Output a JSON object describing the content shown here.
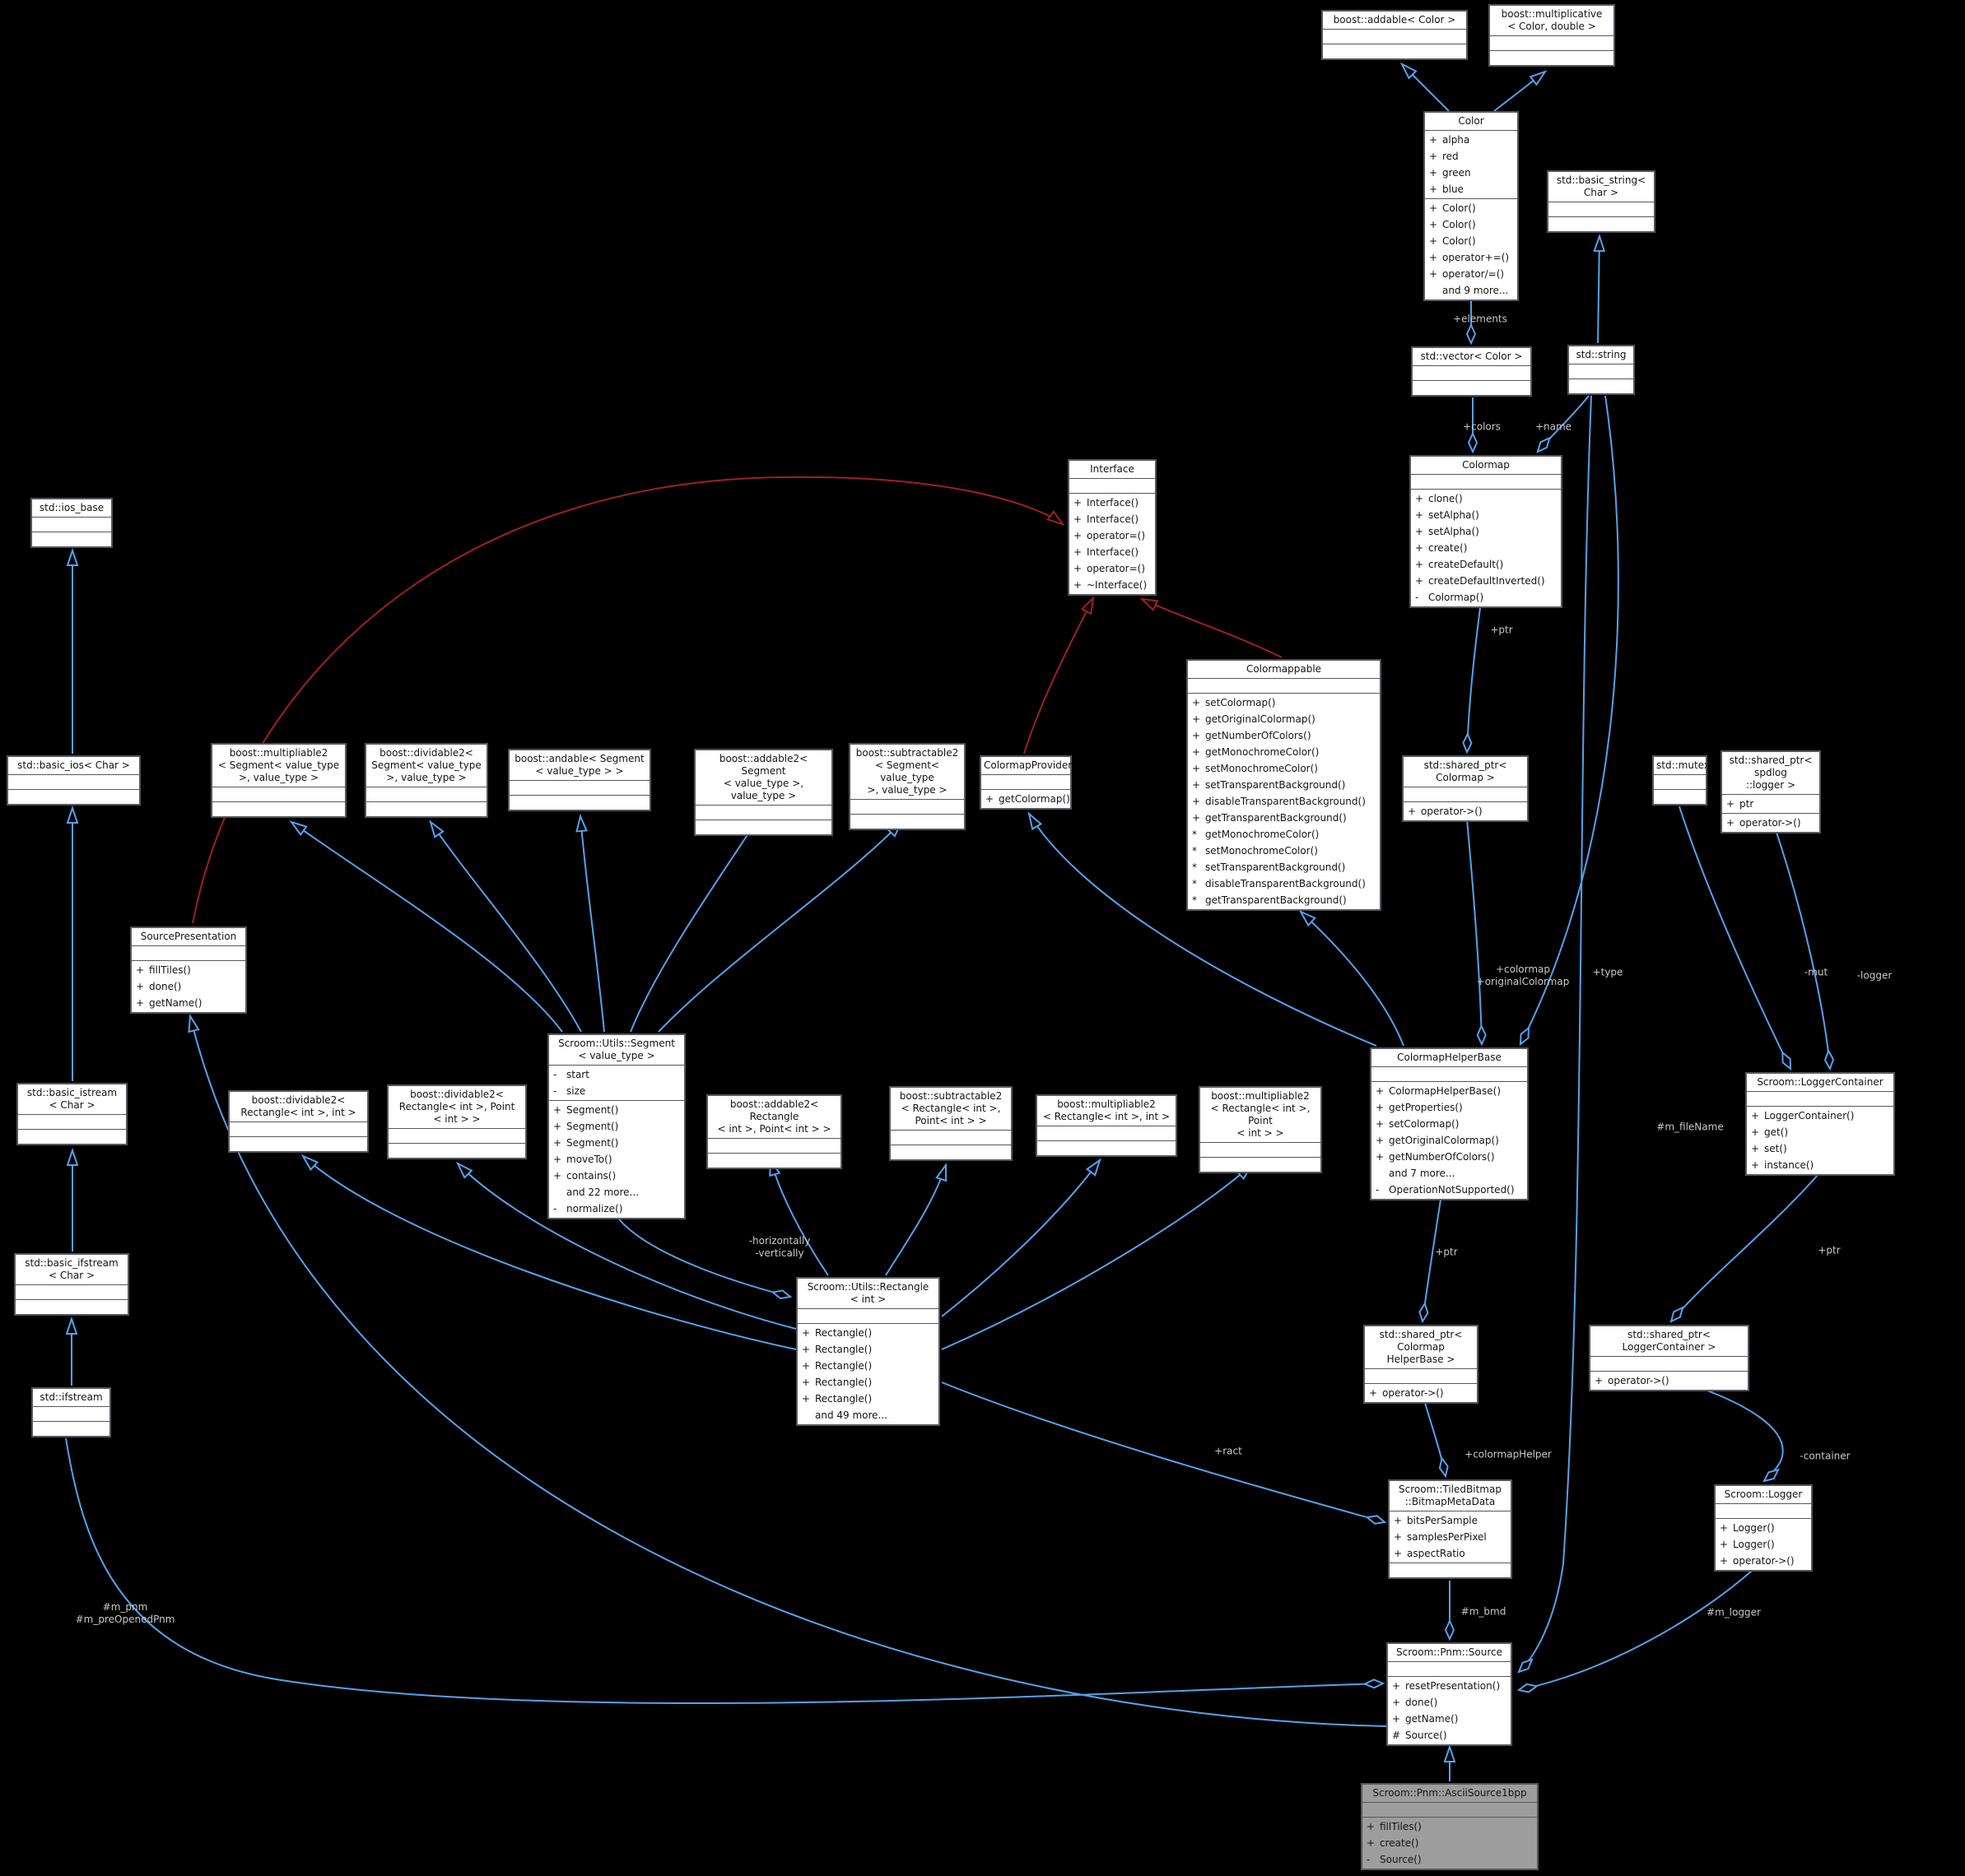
{
  "palette": {
    "background": "#000000",
    "node_fill": "#ffffff",
    "node_border": "#54575c",
    "highlight_fill": "#9d9d9d",
    "edge_blue": "#55a2ec",
    "edge_red": "#a02020",
    "edge_label_color": "#c9c9c9"
  },
  "diagram": {
    "nodes": [
      {
        "id": "boost_addable_color",
        "title": "boost::addable< Color >",
        "attrs": [],
        "methods": [],
        "highlight": false
      },
      {
        "id": "boost_multiplicative",
        "title": "boost::multiplicative\n< Color, double >",
        "attrs": [],
        "methods": [],
        "highlight": false
      },
      {
        "id": "color",
        "title": "Color",
        "attrs": [
          {
            "p": "+",
            "t": "alpha"
          },
          {
            "p": "+",
            "t": "red"
          },
          {
            "p": "+",
            "t": "green"
          },
          {
            "p": "+",
            "t": "blue"
          }
        ],
        "methods": [
          {
            "p": "+",
            "t": "Color()"
          },
          {
            "p": "+",
            "t": "Color()"
          },
          {
            "p": "+",
            "t": "Color()"
          },
          {
            "p": "+",
            "t": "operator+=()"
          },
          {
            "p": "+",
            "t": "operator/=()"
          },
          {
            "p": "",
            "t": "and 9 more..."
          }
        ],
        "highlight": false
      },
      {
        "id": "std_basic_string",
        "title": "std::basic_string<\nChar >",
        "attrs": [],
        "methods": [],
        "highlight": false
      },
      {
        "id": "std_vector_color",
        "title": "std::vector< Color >",
        "attrs": [],
        "methods": [],
        "highlight": false
      },
      {
        "id": "std_string",
        "title": "std::string",
        "attrs": [],
        "methods": [],
        "highlight": false
      },
      {
        "id": "colormap",
        "title": "Colormap",
        "attrs": [],
        "methods": [
          {
            "p": "+",
            "t": "clone()"
          },
          {
            "p": "+",
            "t": "setAlpha()"
          },
          {
            "p": "+",
            "t": "setAlpha()"
          },
          {
            "p": "+",
            "t": "create()"
          },
          {
            "p": "+",
            "t": "createDefault()"
          },
          {
            "p": "+",
            "t": "createDefaultInverted()"
          },
          {
            "p": "-",
            "t": "Colormap()"
          }
        ],
        "highlight": false
      },
      {
        "id": "interface",
        "title": "Interface",
        "attrs": [],
        "methods": [
          {
            "p": "+",
            "t": "Interface()"
          },
          {
            "p": "+",
            "t": "Interface()"
          },
          {
            "p": "+",
            "t": "operator=()"
          },
          {
            "p": "+",
            "t": "Interface()"
          },
          {
            "p": "+",
            "t": "operator=()"
          },
          {
            "p": "+",
            "t": "~Interface()"
          }
        ],
        "highlight": false
      },
      {
        "id": "std_ios_base",
        "title": "std::ios_base",
        "attrs": [],
        "methods": [],
        "highlight": false
      },
      {
        "id": "std_basic_ios",
        "title": "std::basic_ios< Char >",
        "attrs": [],
        "methods": [],
        "highlight": false
      },
      {
        "id": "b_mult2_seg",
        "title": "boost::multipliable2\n< Segment< value_type\n >, value_type >",
        "attrs": [],
        "methods": [],
        "highlight": false
      },
      {
        "id": "b_div2_seg",
        "title": "boost::dividable2<\nSegment< value_type\n >, value_type >",
        "attrs": [],
        "methods": [],
        "highlight": false
      },
      {
        "id": "b_andable_seg",
        "title": "boost::andable< Segment\n< value_type  > >",
        "attrs": [],
        "methods": [],
        "highlight": false
      },
      {
        "id": "b_add2_seg",
        "title": "boost::addable2< Segment\n< value_type >, value_type >",
        "attrs": [],
        "methods": [],
        "highlight": false
      },
      {
        "id": "b_sub2_seg",
        "title": "boost::subtractable2\n< Segment< value_type\n >, value_type >",
        "attrs": [],
        "methods": [],
        "highlight": false
      },
      {
        "id": "colormap_provider",
        "title": "ColormapProvider",
        "attrs": [],
        "methods": [
          {
            "p": "+",
            "t": "getColormap()"
          }
        ],
        "highlight": false
      },
      {
        "id": "colormappable",
        "title": "Colormappable",
        "attrs": [],
        "methods": [
          {
            "p": "+",
            "t": "setColormap()"
          },
          {
            "p": "+",
            "t": "getOriginalColormap()"
          },
          {
            "p": "+",
            "t": "getNumberOfColors()"
          },
          {
            "p": "+",
            "t": "getMonochromeColor()"
          },
          {
            "p": "+",
            "t": "setMonochromeColor()"
          },
          {
            "p": "+",
            "t": "setTransparentBackground()"
          },
          {
            "p": "+",
            "t": "disableTransparentBackground()"
          },
          {
            "p": "+",
            "t": "getTransparentBackground()"
          },
          {
            "p": "*",
            "t": "getMonochromeColor()"
          },
          {
            "p": "*",
            "t": "setMonochromeColor()"
          },
          {
            "p": "*",
            "t": "setTransparentBackground()"
          },
          {
            "p": "*",
            "t": "disableTransparentBackground()"
          },
          {
            "p": "*",
            "t": "getTransparentBackground()"
          }
        ],
        "highlight": false
      },
      {
        "id": "sp_colormap",
        "title": "std::shared_ptr< Colormap >",
        "attrs": [],
        "methods": [
          {
            "p": "+",
            "t": "operator->()"
          }
        ],
        "highlight": false
      },
      {
        "id": "std_mutex",
        "title": "std::mutex",
        "attrs": [],
        "methods": [],
        "highlight": false
      },
      {
        "id": "sp_spdlog",
        "title": "std::shared_ptr< spdlog\n::logger >",
        "attrs": [
          {
            "p": "+",
            "t": "ptr"
          }
        ],
        "methods": [
          {
            "p": "+",
            "t": "operator->()"
          }
        ],
        "highlight": false
      },
      {
        "id": "source_presentation",
        "title": "SourcePresentation",
        "attrs": [],
        "methods": [
          {
            "p": "+",
            "t": "fillTiles()"
          },
          {
            "p": "+",
            "t": "done()"
          },
          {
            "p": "+",
            "t": "getName()"
          }
        ],
        "highlight": false
      },
      {
        "id": "segment",
        "title": "Scroom::Utils::Segment\n< value_type >",
        "attrs": [
          {
            "p": "-",
            "t": "start"
          },
          {
            "p": "-",
            "t": "size"
          }
        ],
        "methods": [
          {
            "p": "+",
            "t": "Segment()"
          },
          {
            "p": "+",
            "t": "Segment()"
          },
          {
            "p": "+",
            "t": "Segment()"
          },
          {
            "p": "+",
            "t": "moveTo()"
          },
          {
            "p": "+",
            "t": "contains()"
          },
          {
            "p": "",
            "t": "and 22 more..."
          },
          {
            "p": "-",
            "t": "normalize()"
          }
        ],
        "highlight": false
      },
      {
        "id": "b_div2_rect_int",
        "title": "boost::dividable2<\nRectangle< int >, int >",
        "attrs": [],
        "methods": [],
        "highlight": false
      },
      {
        "id": "b_div2_rect_point",
        "title": "boost::dividable2<\nRectangle< int >, Point\n< int > >",
        "attrs": [],
        "methods": [],
        "highlight": false
      },
      {
        "id": "b_add2_rect_point",
        "title": "boost::addable2< Rectangle\n< int  >, Point< int  > >",
        "attrs": [],
        "methods": [],
        "highlight": false
      },
      {
        "id": "b_sub2_rect_point",
        "title": "boost::subtractable2\n< Rectangle< int  >,\nPoint< int  > >",
        "attrs": [],
        "methods": [],
        "highlight": false
      },
      {
        "id": "b_mult2_rect_int",
        "title": "boost::multipliable2\n< Rectangle< int >, int >",
        "attrs": [],
        "methods": [],
        "highlight": false
      },
      {
        "id": "b_mult2_rect_point",
        "title": "boost::multipliable2\n< Rectangle< int >, Point\n< int > >",
        "attrs": [],
        "methods": [],
        "highlight": false
      },
      {
        "id": "colormap_helper_base",
        "title": "ColormapHelperBase",
        "attrs": [],
        "methods": [
          {
            "p": "+",
            "t": "ColormapHelperBase()"
          },
          {
            "p": "+",
            "t": "getProperties()"
          },
          {
            "p": "+",
            "t": "setColormap()"
          },
          {
            "p": "+",
            "t": "getOriginalColormap()"
          },
          {
            "p": "+",
            "t": "getNumberOfColors()"
          },
          {
            "p": "",
            "t": "and 7 more..."
          },
          {
            "p": "-",
            "t": "OperationNotSupported()"
          }
        ],
        "highlight": false
      },
      {
        "id": "logger_container",
        "title": "Scroom::LoggerContainer",
        "attrs": [],
        "methods": [
          {
            "p": "+",
            "t": "LoggerContainer()"
          },
          {
            "p": "+",
            "t": "get()"
          },
          {
            "p": "+",
            "t": "set()"
          },
          {
            "p": "+",
            "t": "instance()"
          }
        ],
        "highlight": false
      },
      {
        "id": "rectangle",
        "title": "Scroom::Utils::Rectangle\n< int >",
        "attrs": [],
        "methods": [
          {
            "p": "+",
            "t": "Rectangle()"
          },
          {
            "p": "+",
            "t": "Rectangle()"
          },
          {
            "p": "+",
            "t": "Rectangle()"
          },
          {
            "p": "+",
            "t": "Rectangle()"
          },
          {
            "p": "+",
            "t": "Rectangle()"
          },
          {
            "p": "",
            "t": "and 49 more..."
          }
        ],
        "highlight": false
      },
      {
        "id": "sp_colormap_helper_base",
        "title": "std::shared_ptr< Colormap\nHelperBase >",
        "attrs": [],
        "methods": [
          {
            "p": "+",
            "t": "operator->()"
          }
        ],
        "highlight": false
      },
      {
        "id": "sp_logger_container",
        "title": "std::shared_ptr< LoggerContainer >",
        "attrs": [],
        "methods": [
          {
            "p": "+",
            "t": "operator->()"
          }
        ],
        "highlight": false
      },
      {
        "id": "bitmap_meta_data",
        "title": "Scroom::TiledBitmap\n::BitmapMetaData",
        "attrs": [
          {
            "p": "+",
            "t": "bitsPerSample"
          },
          {
            "p": "+",
            "t": "samplesPerPixel"
          },
          {
            "p": "+",
            "t": "aspectRatio"
          }
        ],
        "methods": [],
        "highlight": false
      },
      {
        "id": "scroom_logger",
        "title": "Scroom::Logger",
        "attrs": [],
        "methods": [
          {
            "p": "+",
            "t": "Logger()"
          },
          {
            "p": "+",
            "t": "Logger()"
          },
          {
            "p": "+",
            "t": "operator->()"
          }
        ],
        "highlight": false
      },
      {
        "id": "pnm_source",
        "title": "Scroom::Pnm::Source",
        "attrs": [],
        "methods": [
          {
            "p": "+",
            "t": "resetPresentation()"
          },
          {
            "p": "+",
            "t": "done()"
          },
          {
            "p": "+",
            "t": "getName()"
          },
          {
            "p": "#",
            "t": "Source()"
          }
        ],
        "highlight": false
      },
      {
        "id": "ascii_source_1bpp",
        "title": "Scroom::Pnm::AsciiSource1bpp",
        "attrs": [],
        "methods": [
          {
            "p": "+",
            "t": "fillTiles()"
          },
          {
            "p": "+",
            "t": "create()"
          },
          {
            "p": "-",
            "t": "Source()"
          }
        ],
        "highlight": true
      },
      {
        "id": "std_basic_istream",
        "title": "std::basic_istream\n< Char >",
        "attrs": [],
        "methods": [],
        "highlight": false
      },
      {
        "id": "std_basic_ifstream",
        "title": "std::basic_ifstream\n< Char >",
        "attrs": [],
        "methods": [],
        "highlight": false
      },
      {
        "id": "std_ifstream",
        "title": "std::ifstream",
        "attrs": [],
        "methods": [],
        "highlight": false
      }
    ],
    "edge_labels": [
      {
        "id": "elements",
        "text": "+elements"
      },
      {
        "id": "colors",
        "text": "+colors"
      },
      {
        "id": "name",
        "text": "+name"
      },
      {
        "id": "ptr_colormap",
        "text": "+ptr"
      },
      {
        "id": "colormap_originalcolormap",
        "text": "+colormap\n+originalColormap"
      },
      {
        "id": "type",
        "text": "+type"
      },
      {
        "id": "mut",
        "text": "-mut"
      },
      {
        "id": "logger",
        "text": "-logger"
      },
      {
        "id": "m_filename",
        "text": "#m_fileName"
      },
      {
        "id": "horizontally_vertically",
        "text": "-horizontally\n-vertically"
      },
      {
        "id": "ptr_chb",
        "text": "+ptr"
      },
      {
        "id": "ptr_lc",
        "text": "+ptr"
      },
      {
        "id": "ract",
        "text": "+ract"
      },
      {
        "id": "colormaphelper",
        "text": "+colormapHelper"
      },
      {
        "id": "container",
        "text": "-container"
      },
      {
        "id": "m_bmd",
        "text": "#m_bmd"
      },
      {
        "id": "m_logger",
        "text": "#m_logger"
      },
      {
        "id": "m_pnm",
        "text": "#m_pnm\n#m_preOpenedPnm"
      }
    ]
  }
}
